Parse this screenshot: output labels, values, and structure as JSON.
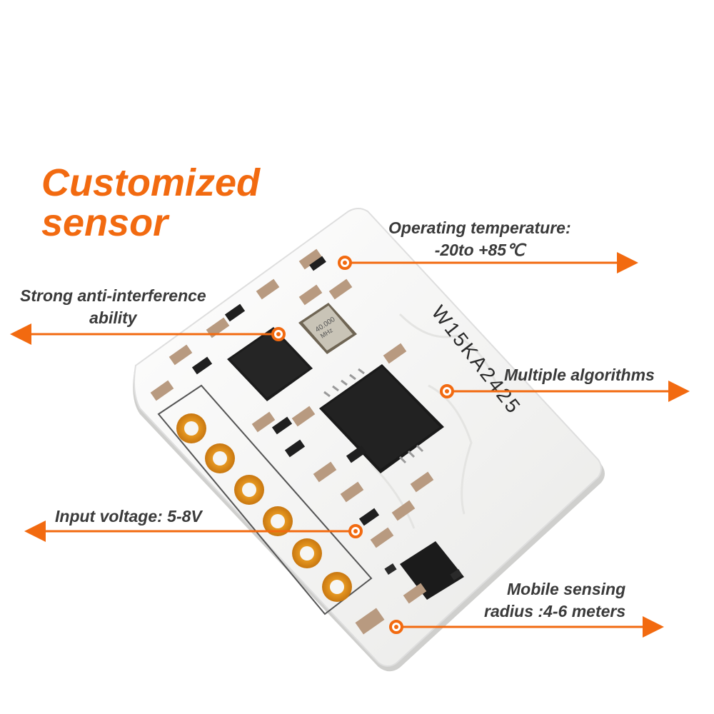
{
  "headline": {
    "line1": "Customized",
    "line2": "sensor"
  },
  "board_marking": "W15KA2425",
  "crystal_marking": {
    "line1": "40.000",
    "line2": "MHz"
  },
  "callouts": {
    "temperature": {
      "line1": "Operating temperature:",
      "line2": "-20to +85℃"
    },
    "anti_interference": {
      "line1": "Strong anti-interference",
      "line2": "ability"
    },
    "algorithms": {
      "line1": "Multiple algorithms"
    },
    "voltage": {
      "line1": "Input voltage: 5-8V"
    },
    "radius": {
      "line1": "Mobile sensing",
      "line2": "radius :4-6 meters"
    }
  },
  "colors": {
    "accent": "#f26a10",
    "text": "#3a3a3a",
    "board": "#f6f6f4",
    "pad": "#d4880f"
  }
}
